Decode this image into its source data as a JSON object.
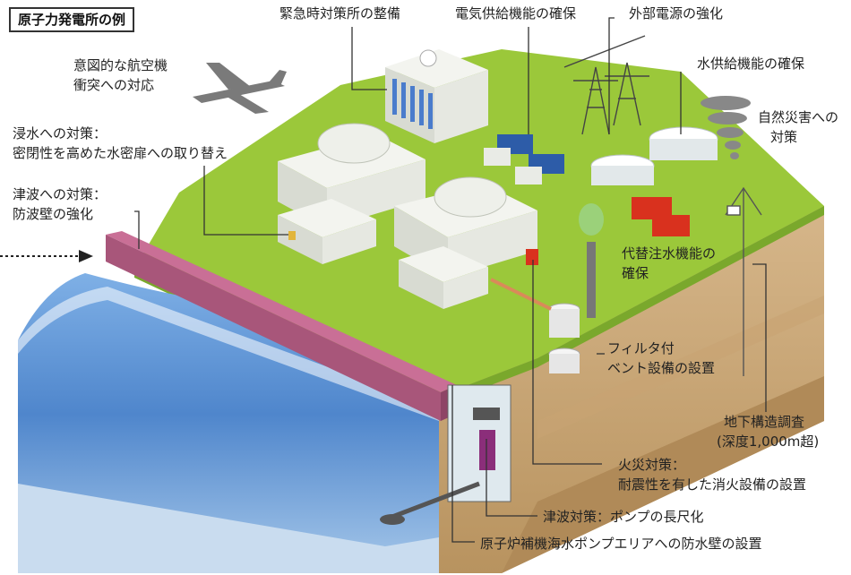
{
  "title": "原子力発電所の例",
  "labels": {
    "emergency_center": "緊急時対策所の整備",
    "power_supply": "電気供給機能の確保",
    "external_power": "外部電源の強化",
    "water_supply": "水供給機能の確保",
    "aircraft_line1": "意図的な航空機",
    "aircraft_line2": "衝突への対応",
    "natural_disaster_line1": "自然災害への",
    "natural_disaster_line2": "対策",
    "flood_line1": "浸水への対策：",
    "flood_line2": "密閉性を高めた水密扉への取り替え",
    "tsunami_wall_line1": "津波への対策：",
    "tsunami_wall_line2": "防波壁の強化",
    "alt_water_line1": "代替注水機能の",
    "alt_water_line2": "確保",
    "filter_vent_line1": "フィルタ付",
    "filter_vent_line2": "ベント設備の設置",
    "geology_line1": "地下構造調査",
    "geology_line2": "(深度1,000m超)",
    "fire_line1": "火災対策：",
    "fire_line2": "耐震性を有した消火設備の設置",
    "pump": "津波対策：ポンプの長尺化",
    "seawater_pump_area": "原子炉補機海水ポンプエリアへの防水壁の設置"
  },
  "colors": {
    "grass": "#9bc83a",
    "soil": "#c9a77a",
    "sea": "#6f9fd8",
    "seawall": "#a8567a",
    "building": "#e9ebe6",
    "accent_blue": "#2d5ca8",
    "accent_red": "#d9311e"
  }
}
